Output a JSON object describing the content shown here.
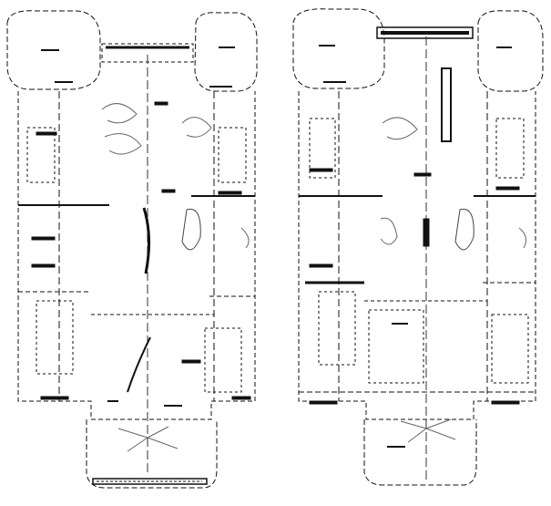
{
  "drawing": {
    "kind": "architectural-floor-plans",
    "plans": [
      {
        "id": "plan-left",
        "room_label": "",
        "caption": ""
      },
      {
        "id": "plan-right",
        "room_label": "",
        "caption": ""
      }
    ]
  },
  "colors": {
    "line": "#111111",
    "light_line": "#777777",
    "background": "#ffffff"
  }
}
